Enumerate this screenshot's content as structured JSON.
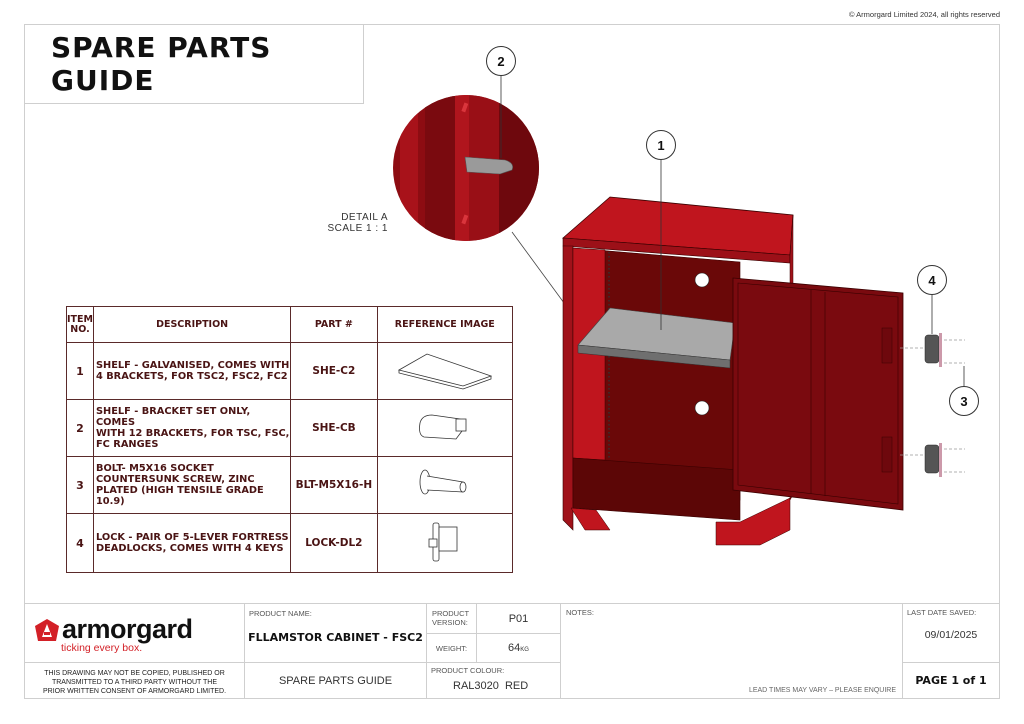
{
  "copyright": "© Armorgard Limited 2024, all rights reserved",
  "header": {
    "title": "SPARE PARTS GUIDE"
  },
  "detail": {
    "line1": "DETAIL A",
    "line2": "SCALE 1 : 1"
  },
  "balloons": [
    "1",
    "2",
    "3",
    "4"
  ],
  "parts_table": {
    "headers": {
      "item_line1": "ITEM",
      "item_line2": "NO.",
      "description": "DESCRIPTION",
      "part": "PART #",
      "image": "REFERENCE IMAGE"
    },
    "rows": [
      {
        "item": "1",
        "desc_l1": "SHELF - GALVANISED, COMES WITH",
        "desc_l2": "4 BRACKETS, FOR TSC2, FSC2, FC2",
        "desc_l3": "",
        "part": "SHE-C2",
        "icon": "shelf-icon"
      },
      {
        "item": "2",
        "desc_l1": "SHELF - BRACKET SET ONLY, COMES",
        "desc_l2": "WITH 12 BRACKETS, FOR TSC, FSC,",
        "desc_l3": "FC RANGES",
        "part": "SHE-CB",
        "icon": "bracket-icon"
      },
      {
        "item": "3",
        "desc_l1": "BOLT- M5X16 SOCKET",
        "desc_l2": "COUNTERSUNK SCREW, ZINC",
        "desc_l3": "PLATED (HIGH TENSILE GRADE 10.9)",
        "part": "BLT-M5X16-H",
        "icon": "bolt-icon"
      },
      {
        "item": "4",
        "desc_l1": "LOCK - PAIR OF 5-LEVER FORTRESS",
        "desc_l2": "DEADLOCKS, COMES WITH 4 KEYS",
        "desc_l3": "",
        "part": "LOCK-DL2",
        "icon": "deadlock-icon"
      }
    ]
  },
  "title_block": {
    "logo": {
      "name": "armorgard",
      "tagline": "ticking every box."
    },
    "legal": [
      "THIS DRAWING MAY NOT BE COPIED, PUBLISHED OR",
      "TRANSMITTED TO A THIRD PARTY WITHOUT THE",
      "PRIOR WRITTEN CONSENT OF ARMORGARD LIMITED."
    ],
    "product_name_label": "PRODUCT NAME:",
    "product_name": "FLLAMSTOR CABINET - FSC2",
    "document_type": "SPARE PARTS GUIDE",
    "version_label_l1": "PRODUCT",
    "version_label_l2": "VERSION:",
    "version": "P01",
    "weight_label": "WEIGHT:",
    "weight_value": "64",
    "weight_unit": "KG",
    "colour_label": "PRODUCT COLOUR:",
    "colour": "RAL3020  RED",
    "notes_label": "NOTES:",
    "lead_times": "LEAD TIMES MAY VARY – PLEASE ENQUIRE",
    "last_saved_label": "LAST DATE SAVED:",
    "last_saved": "09/01/2025",
    "page": "PAGE 1 of 1"
  },
  "colors": {
    "cabinet_red": "#b3141c",
    "cabinet_dark": "#6a0808",
    "brand_red": "#d32027",
    "table_text": "#4a1414"
  }
}
